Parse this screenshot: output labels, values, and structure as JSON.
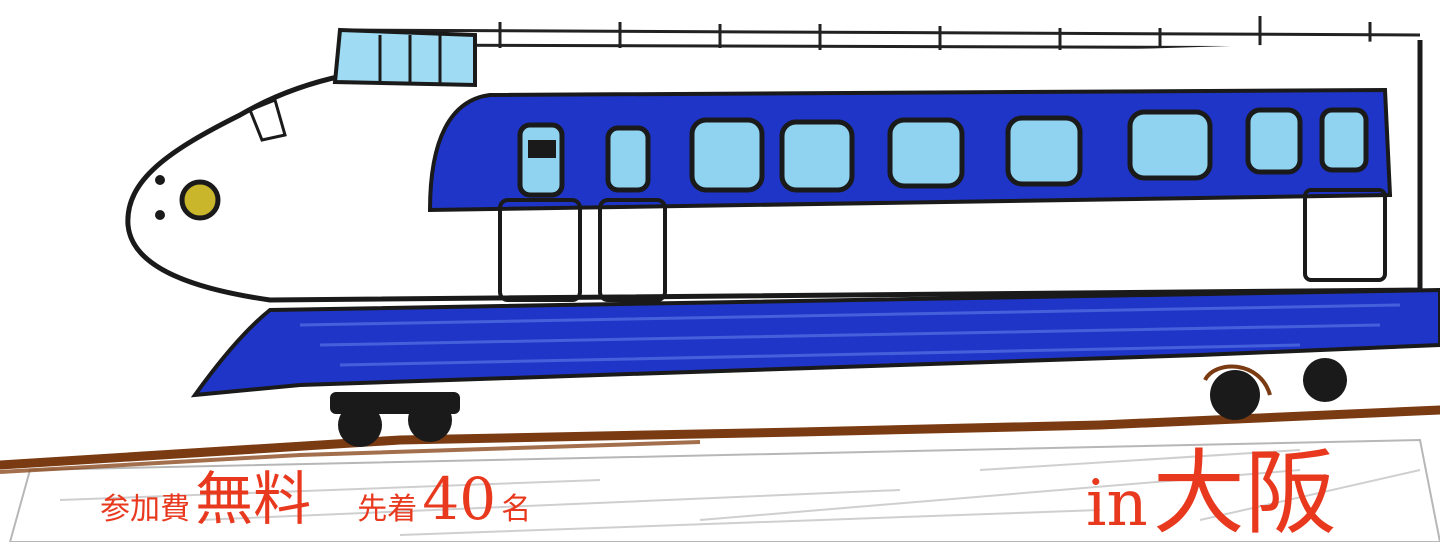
{
  "colors": {
    "accent_text": "#e8391e",
    "train_blue": "#1f35c8",
    "window_blue": "#8fd3f0",
    "rail_brown": "#7a3a12",
    "outline": "#1a1a1a"
  },
  "caption_left": {
    "fee_label": "参加費",
    "fee_value": "無料",
    "limit_label": "先着",
    "limit_number": "40",
    "limit_unit": "名"
  },
  "caption_right": {
    "prefix": "in",
    "city": "大阪"
  }
}
